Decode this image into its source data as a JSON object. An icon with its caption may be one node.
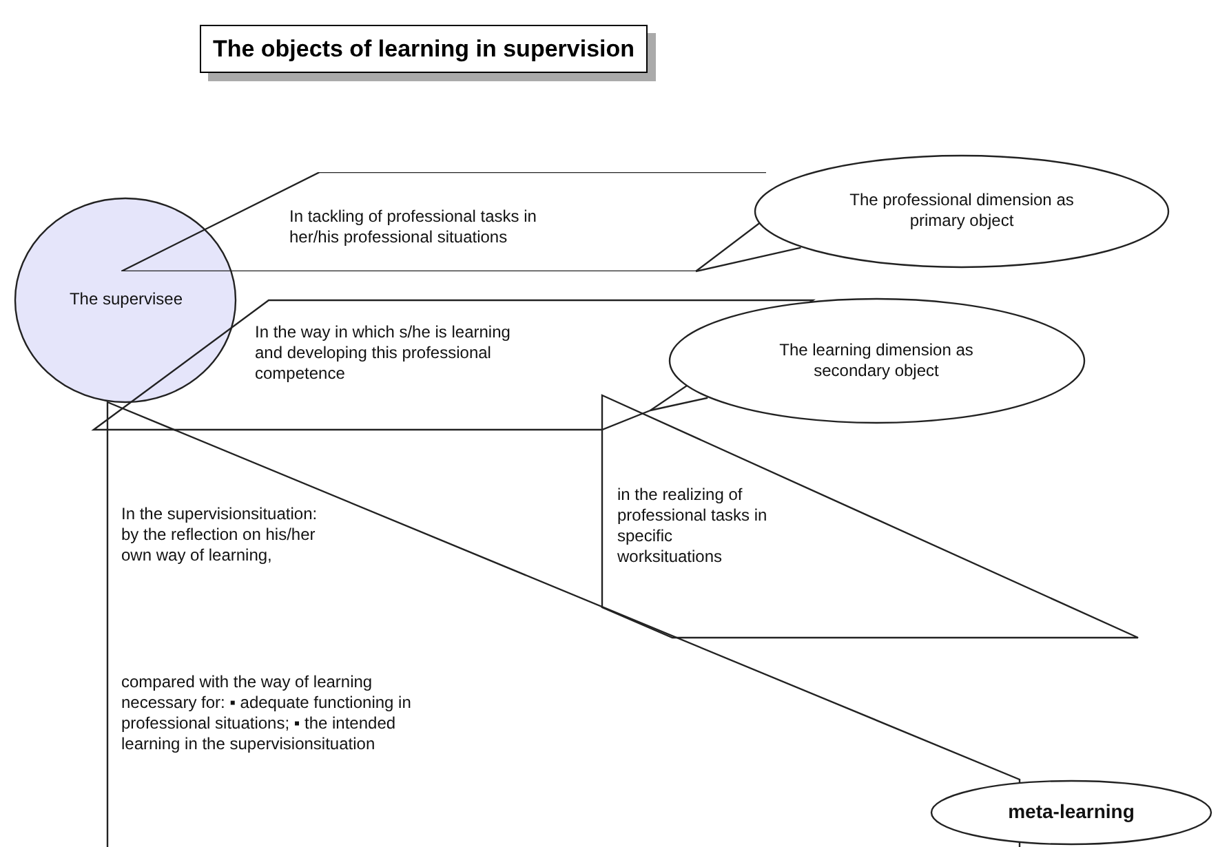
{
  "diagram": {
    "title": "The objects of learning in supervision",
    "nodes": [
      {
        "text": [
          "The supervisee"
        ]
      },
      {
        "text": [
          "In tackling of professional tasks in her/his professional situations"
        ]
      },
      {
        "text": [
          "The professional dimension as primary object"
        ]
      },
      {
        "text": [
          "In the way in which s/he is learning and developing this professional competence"
        ]
      },
      {
        "text": [
          "The learning dimension as secondary object"
        ]
      },
      {
        "text": [
          "in the realizing of professional tasks in specific worksituations"
        ]
      },
      {
        "text": [
          "In the supervisionsituation: by the reflection on his/her own way of learning,",
          "compared with the way of learning necessary for: ▪ adequate functioning in professional situations; ▪ the intended learning in the supervisionsituation"
        ]
      },
      {
        "text": [
          "meta-learning"
        ]
      }
    ],
    "edges": [
      {
        "from": 1,
        "to": 2,
        "arrow": "none"
      },
      {
        "from": 3,
        "to": 4,
        "arrow": "none"
      }
    ]
  }
}
